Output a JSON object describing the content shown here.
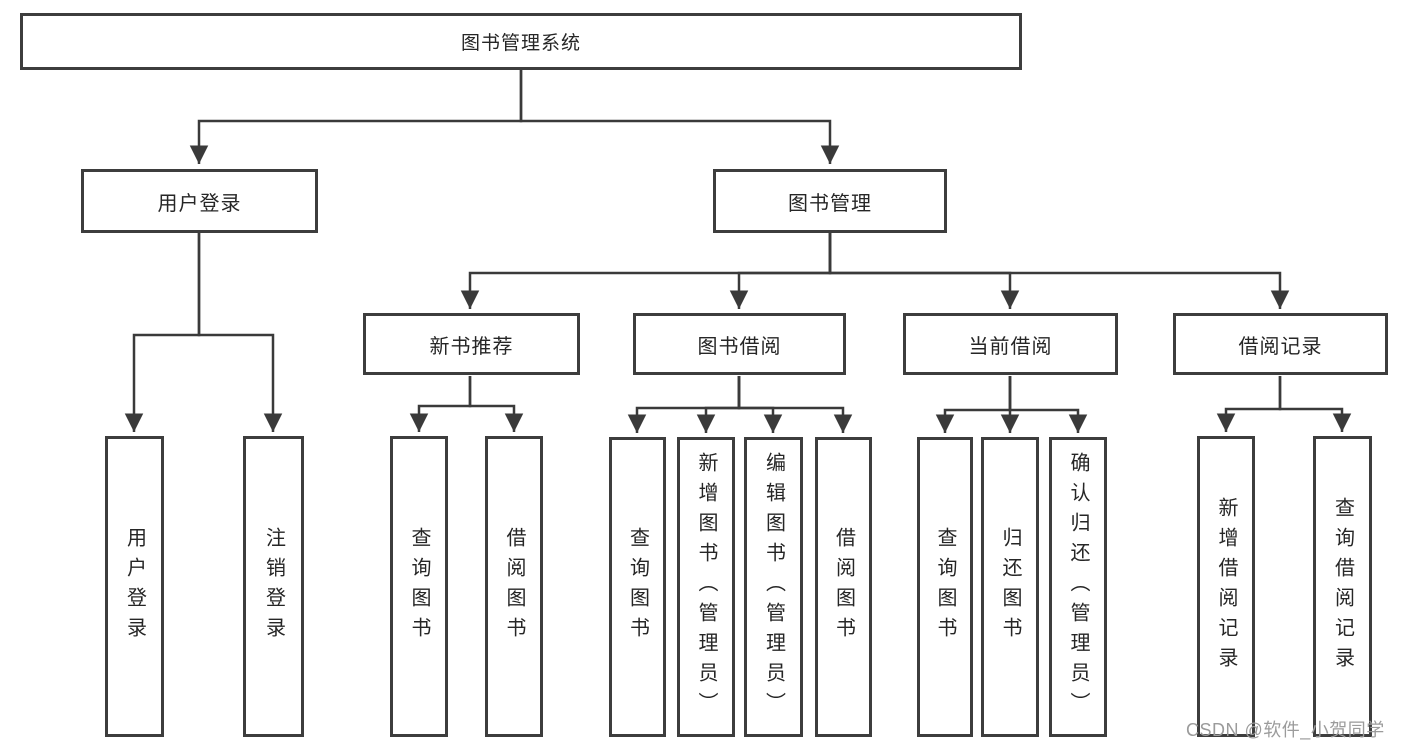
{
  "nodes": {
    "root": "图书管理系统",
    "user_login_group": "用户登录",
    "book_mgmt_group": "图书管理",
    "login": "用户登录",
    "logout": "注销登录",
    "new_book_rec": "新书推荐",
    "book_borrow": "图书借阅",
    "current_borrow": "当前借阅",
    "borrow_records": "借阅记录",
    "nb_query_book": "查询图书",
    "nb_borrow_book": "借阅图书",
    "bb_query_book": "查询图书",
    "bb_add_book": "新增图书（管理员）",
    "bb_edit_book": "编辑图书（管理员）",
    "bb_borrow_book": "借阅图书",
    "cb_query_book": "查询图书",
    "cb_return_book": "归还图书",
    "cb_confirm_return": "确认归还（管理员）",
    "br_add_record": "新增借阅记录",
    "br_query_record": "查询借阅记录"
  },
  "watermark": "CSDN @软件_小贺同学",
  "colors": {
    "line": "#3a3a3a",
    "border": "#3d3d3d",
    "text": "#262626",
    "watermark_text": "#9b9b9b",
    "background": "#ffffff"
  }
}
